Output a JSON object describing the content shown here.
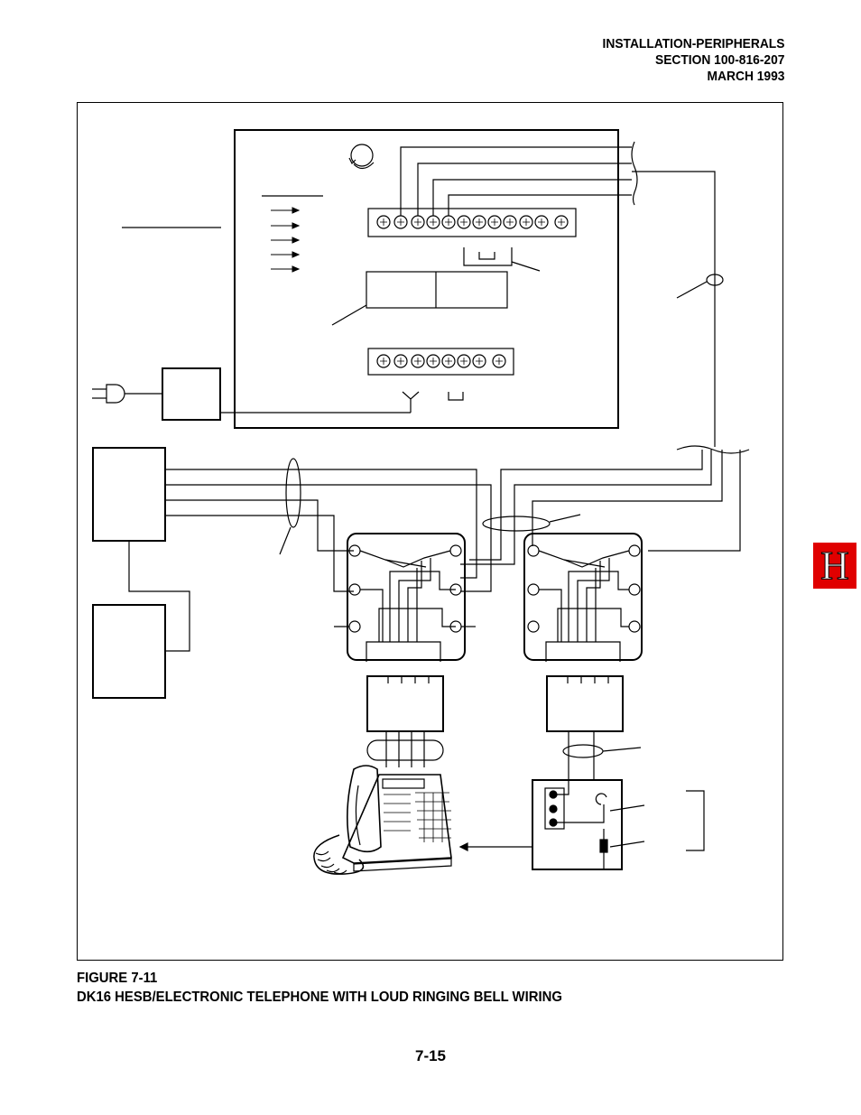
{
  "header": {
    "line1": "INSTALLATION-PERIPHERALS",
    "line2": "SECTION 100-816-207",
    "line3": "MARCH 1993"
  },
  "caption": {
    "figure_number": "FIGURE 7-11",
    "figure_title": "DK16 HESB/ELECTRONIC TELEPHONE WITH LOUD RINGING BELL WIRING"
  },
  "page_number": "7-15",
  "section_tab": {
    "letter": "H",
    "color": "#e00000"
  },
  "icons": [
    "ac-plug-icon",
    "rotary-switch-icon",
    "arrow-right-icon",
    "telephone-icon",
    "bell-icon",
    "resistor-icon",
    "screw-terminal-icon"
  ]
}
